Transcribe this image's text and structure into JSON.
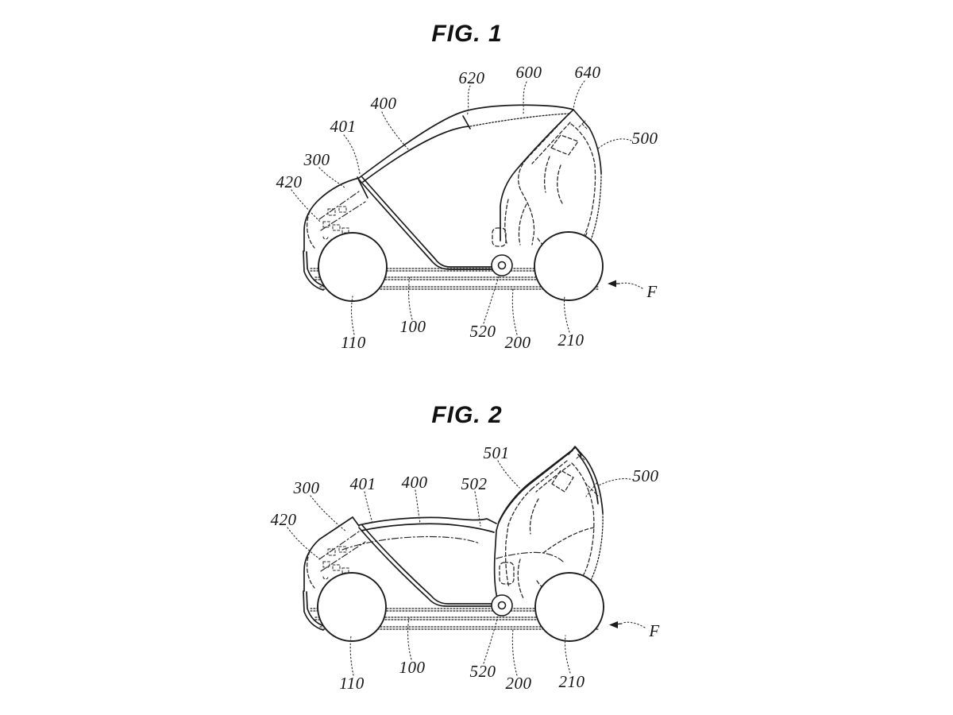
{
  "sheet": {
    "background": "#ffffff",
    "stroke_color": "#1c1c1e",
    "label_color": "#161616",
    "drawing_style": "patent-line-drawing"
  },
  "figures": [
    {
      "title": "FIG. 1",
      "refs": [
        "620",
        "600",
        "640",
        "400",
        "401",
        "300",
        "420",
        "500",
        "110",
        "100",
        "520",
        "200",
        "210",
        "F"
      ]
    },
    {
      "title": "FIG. 2",
      "refs": [
        "501",
        "502",
        "400",
        "401",
        "300",
        "420",
        "500",
        "110",
        "100",
        "520",
        "200",
        "210",
        "F"
      ]
    }
  ]
}
